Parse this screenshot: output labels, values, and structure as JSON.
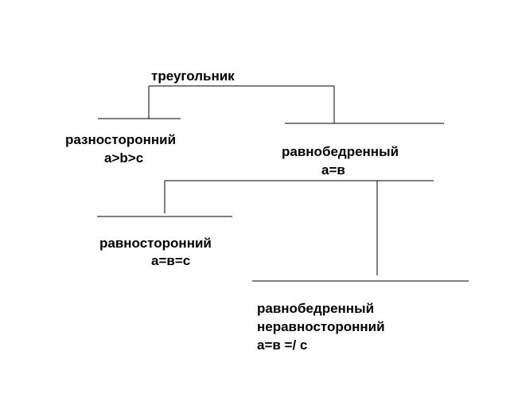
{
  "diagram": {
    "root": {
      "title": "треугольник"
    },
    "scalene": {
      "name": "разносторонний",
      "formula": "a>b>c"
    },
    "isosceles": {
      "name": "равнобедренный",
      "formula": "a=в"
    },
    "equilateral": {
      "name": "равносторонний",
      "formula": "a=в=c"
    },
    "isosceles_non_equilateral": {
      "line1": "равнобедренный",
      "line2": "неравносторонний",
      "formula": "a=в =/ c"
    }
  },
  "colors": {
    "line": "#000000",
    "text": "#000000",
    "background": "#ffffff"
  }
}
